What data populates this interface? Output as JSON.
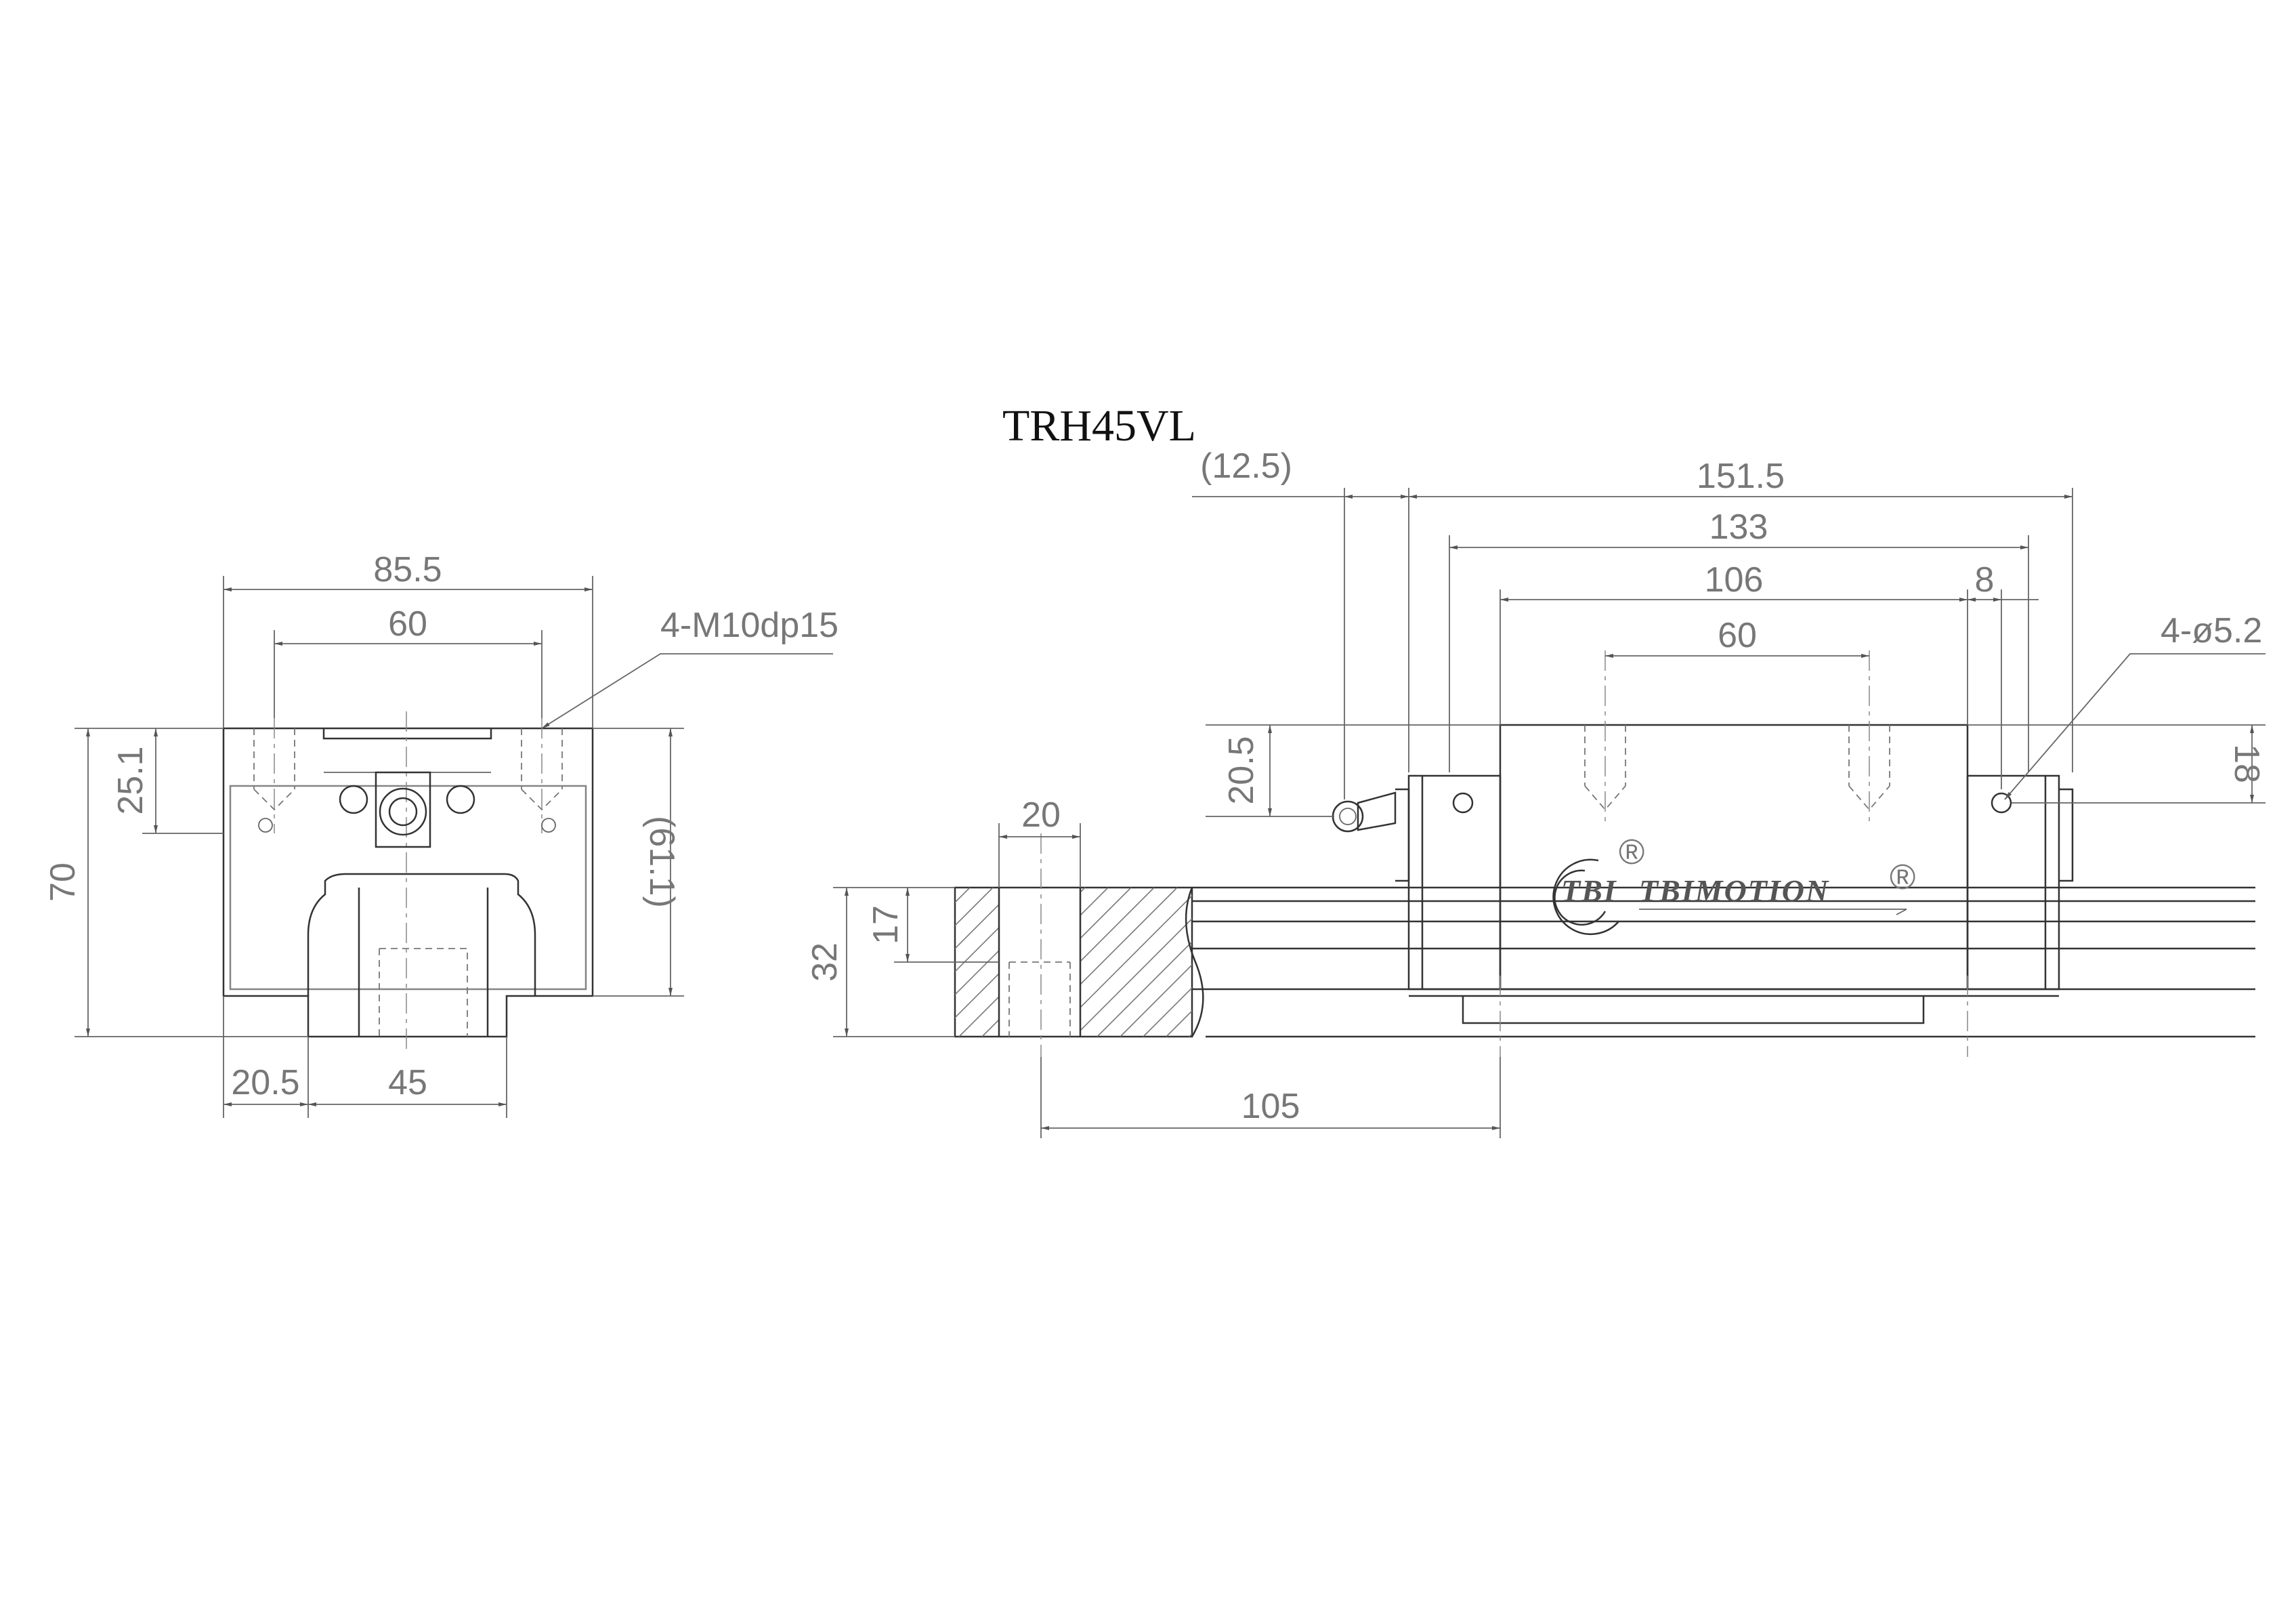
{
  "title": "TRH45VL",
  "brand": {
    "logo_text": "TBI",
    "name": "TBIMOTION",
    "registered_mark": "®"
  },
  "front_view": {
    "width_total": "85.5",
    "hole_spacing": "60",
    "thread_callout": "4-M10dp15",
    "height_total": "70",
    "top_to_hole": "25.1",
    "block_height": "(61.1)",
    "rail_offset": "20.5",
    "rail_width": "45"
  },
  "side_view": {
    "grease_nipple_length": "(12.5)",
    "block_length": "151.5",
    "body_length": "133",
    "hole_span": "106",
    "end_cap_offset": "8",
    "top_hole_spacing": "60",
    "side_hole_callout": "4-ø5.2",
    "nipple_height": "20.5",
    "side_hole_height": "18",
    "rail_hole_pitch_width": "20",
    "rail_height": "32",
    "counterbore_depth": "17",
    "rail_pitch": "105"
  },
  "colors": {
    "line": "#333333",
    "dimension_text": "#777777",
    "background": "#ffffff"
  }
}
